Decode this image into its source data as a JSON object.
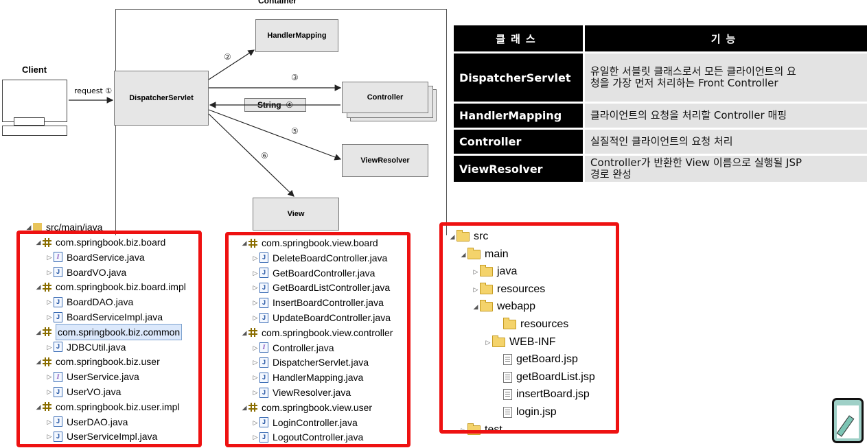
{
  "diagram": {
    "container_label": "Container",
    "client_label": "Client",
    "request_label": "request ①",
    "boxes": {
      "dispatcher": "DispatcherServlet",
      "handler_mapping": "HandlerMapping",
      "controller": "Controller",
      "string_label": "String",
      "view_resolver": "ViewResolver",
      "view": "View"
    },
    "steps": {
      "s2": "②",
      "s3": "③",
      "s4": "④",
      "s5": "⑤",
      "s6": "⑥"
    }
  },
  "class_table": {
    "header_class": "클래스",
    "header_function": "기능",
    "rows": [
      {
        "name": "DispatcherServlet",
        "desc": "유일한 서블릿 클래스로서 모든 클라이언트의 요\n청을 가장 먼저 처리하는 Front Controller"
      },
      {
        "name": "HandlerMapping",
        "desc": "클라이언트의 요청을 처리할 Controller 매핑"
      },
      {
        "name": "Controller",
        "desc": "실질적인 클라이언트의 요청 처리"
      },
      {
        "name": "ViewResolver",
        "desc": "Controller가 반환한 View 이름으로 실행될 JSP\n경로 완성"
      }
    ]
  },
  "tree_left": {
    "root": "src/main/java",
    "items": [
      {
        "label": "com.springbook.biz.board",
        "type": "package"
      },
      {
        "label": "BoardService.java",
        "type": "interface"
      },
      {
        "label": "BoardVO.java",
        "type": "class"
      },
      {
        "label": "com.springbook.biz.board.impl",
        "type": "package"
      },
      {
        "label": "BoardDAO.java",
        "type": "class"
      },
      {
        "label": "BoardServiceImpl.java",
        "type": "class"
      },
      {
        "label": "com.springbook.biz.common",
        "type": "package"
      },
      {
        "label": "JDBCUtil.java",
        "type": "class"
      },
      {
        "label": "com.springbook.biz.user",
        "type": "package"
      },
      {
        "label": "UserService.java",
        "type": "interface"
      },
      {
        "label": "UserVO.java",
        "type": "class"
      },
      {
        "label": "com.springbook.biz.user.impl",
        "type": "package"
      },
      {
        "label": "UserDAO.java",
        "type": "class"
      },
      {
        "label": "UserServiceImpl.java",
        "type": "class"
      }
    ]
  },
  "tree_middle": {
    "items": [
      {
        "label": "com.springbook.view.board",
        "type": "package"
      },
      {
        "label": "DeleteBoardController.java",
        "type": "class"
      },
      {
        "label": "GetBoardController.java",
        "type": "class"
      },
      {
        "label": "GetBoardListController.java",
        "type": "class"
      },
      {
        "label": "InsertBoardController.java",
        "type": "class"
      },
      {
        "label": "UpdateBoardController.java",
        "type": "class"
      },
      {
        "label": "com.springbook.view.controller",
        "type": "package"
      },
      {
        "label": "Controller.java",
        "type": "interface"
      },
      {
        "label": "DispatcherServlet.java",
        "type": "class"
      },
      {
        "label": "HandlerMapping.java",
        "type": "class"
      },
      {
        "label": "ViewResolver.java",
        "type": "class"
      },
      {
        "label": "com.springbook.view.user",
        "type": "package"
      },
      {
        "label": "LoginController.java",
        "type": "class"
      },
      {
        "label": "LogoutController.java",
        "type": "class"
      }
    ]
  },
  "tree_right": {
    "items": [
      {
        "label": "src",
        "type": "folder"
      },
      {
        "label": "main",
        "type": "folder"
      },
      {
        "label": "java",
        "type": "folder"
      },
      {
        "label": "resources",
        "type": "folder"
      },
      {
        "label": "webapp",
        "type": "folder"
      },
      {
        "label": "resources",
        "type": "folder"
      },
      {
        "label": "WEB-INF",
        "type": "folder"
      },
      {
        "label": "getBoard.jsp",
        "type": "file"
      },
      {
        "label": "getBoardList.jsp",
        "type": "file"
      },
      {
        "label": "insertBoard.jsp",
        "type": "file"
      },
      {
        "label": "login.jsp",
        "type": "file"
      },
      {
        "label": "test",
        "type": "folder"
      }
    ]
  },
  "accent_red": "#ee1111"
}
